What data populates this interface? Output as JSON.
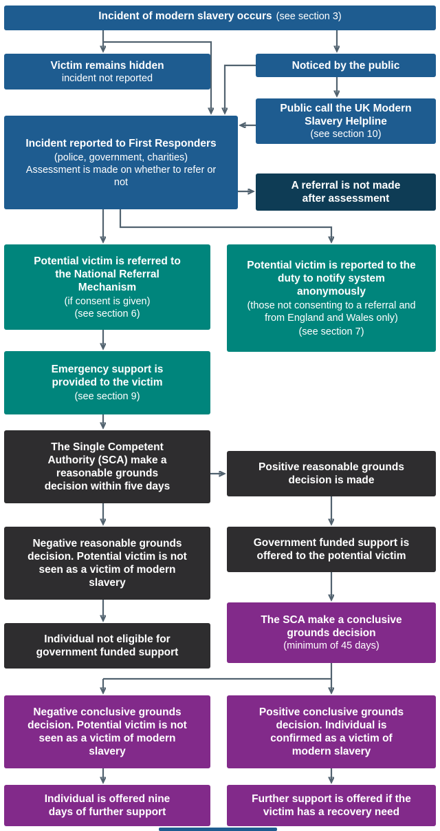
{
  "colors": {
    "box_blue": "#1e5c90",
    "box_navy": "#0e3c55",
    "box_teal": "#00857c",
    "box_dark": "#2e2d2f",
    "box_purple": "#822a8a",
    "arrow": "#51626f",
    "text": "#ffffff",
    "background": "#ffffff"
  },
  "nodes": {
    "incident": {
      "title": "Incident of modern slavery occurs",
      "note": "(see section 3)"
    },
    "hidden": {
      "title": "Victim remains hidden",
      "note": "incident not reported"
    },
    "noticed": {
      "title": "Noticed by the public"
    },
    "helpline": {
      "title": "Public call the UK Modern Slavery Helpline",
      "note": "(see section 10)"
    },
    "first_responders": {
      "title": "Incident reported to First Responders",
      "note1": "(police, government, charities)",
      "note2": "Assessment is made on whether to refer or not"
    },
    "no_referral": {
      "title": "A referral is not made after assessment"
    },
    "nrm_referral": {
      "title": "Potential victim is referred to the National Referral Mechanism",
      "note1": "(if consent is given)",
      "note2": "(see section 6)"
    },
    "duty_to_notify": {
      "title": "Potential victim is reported to the duty to notify system anonymously",
      "note1": "(those not consenting to a referral and from England and Wales only)",
      "note2": "(see section 7)"
    },
    "emergency_support": {
      "title": "Emergency support is provided to the victim",
      "note": "(see section 9)"
    },
    "sca_reasonable_grounds": {
      "title": "The Single Competent Authority (SCA) make a reasonable grounds decision within five days"
    },
    "positive_rg": {
      "title": "Positive reasonable grounds decision is made"
    },
    "negative_rg": {
      "title": "Negative reasonable grounds decision. Potential victim is not seen as a victim of modern slavery"
    },
    "gov_support": {
      "title": "Government funded support is offered to the potential victim"
    },
    "not_eligible": {
      "title": "Individual not eligible for government funded support"
    },
    "sca_conclusive_grounds": {
      "title": "The SCA make a conclusive grounds decision",
      "note": "(minimum of 45 days)"
    },
    "negative_cg": {
      "title": "Negative conclusive grounds decision. Potential victim is not seen as a victim of modern slavery"
    },
    "positive_cg": {
      "title": "Positive conclusive grounds decision. Individual is confirmed as a victim of modern slavery"
    },
    "nine_days": {
      "title": "Individual is offered nine days of further support"
    },
    "recovery_need": {
      "title": "Further support is offered if the victim has a recovery need"
    }
  }
}
